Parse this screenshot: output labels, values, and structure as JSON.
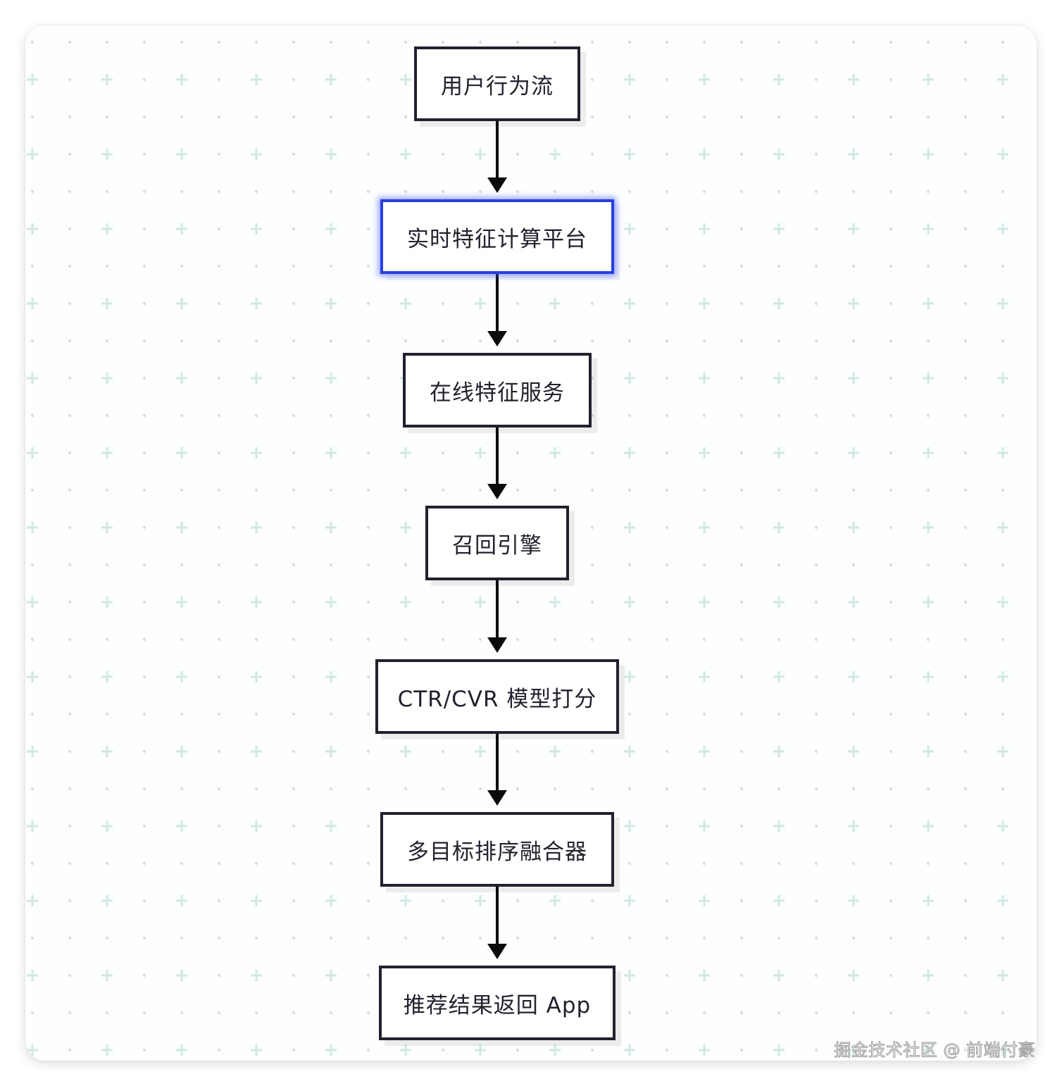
{
  "diagram": {
    "nodes": [
      {
        "id": "n1",
        "label": "用户行为流"
      },
      {
        "id": "n2",
        "label": "实时特征计算平台",
        "selected": true
      },
      {
        "id": "n3",
        "label": "在线特征服务"
      },
      {
        "id": "n4",
        "label": "召回引擎"
      },
      {
        "id": "n5",
        "label": "CTR/CVR 模型打分"
      },
      {
        "id": "n6",
        "label": "多目标排序融合器"
      },
      {
        "id": "n7",
        "label": "推荐结果返回 App"
      }
    ],
    "edges": [
      {
        "from": "n1",
        "to": "n2"
      },
      {
        "from": "n2",
        "to": "n3"
      },
      {
        "from": "n3",
        "to": "n4"
      },
      {
        "from": "n4",
        "to": "n5"
      },
      {
        "from": "n5",
        "to": "n6"
      },
      {
        "from": "n6",
        "to": "n7"
      }
    ]
  },
  "colors": {
    "node_border": "#22212d",
    "selected_border": "#2a3fe0",
    "arrow": "#0b0b0b",
    "grid_plus": "#cfe8e3",
    "grid_dot": "#dcdce6"
  },
  "watermark": "掘金技术社区 @ 前端付豪"
}
